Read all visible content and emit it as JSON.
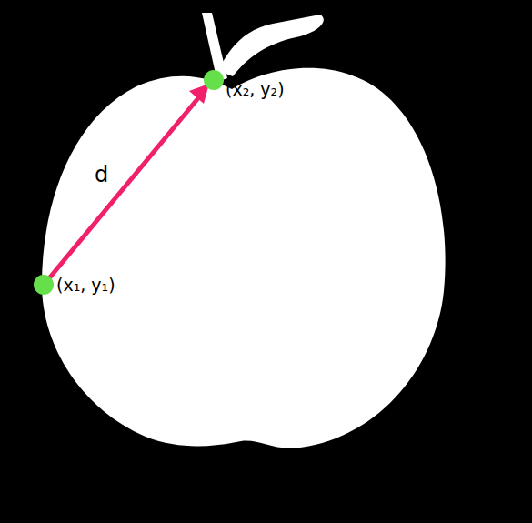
{
  "diagram": {
    "labels": [
      "(x₂, y₂)",
      "d",
      "(x₁, y₁)"
    ]
  }
}
